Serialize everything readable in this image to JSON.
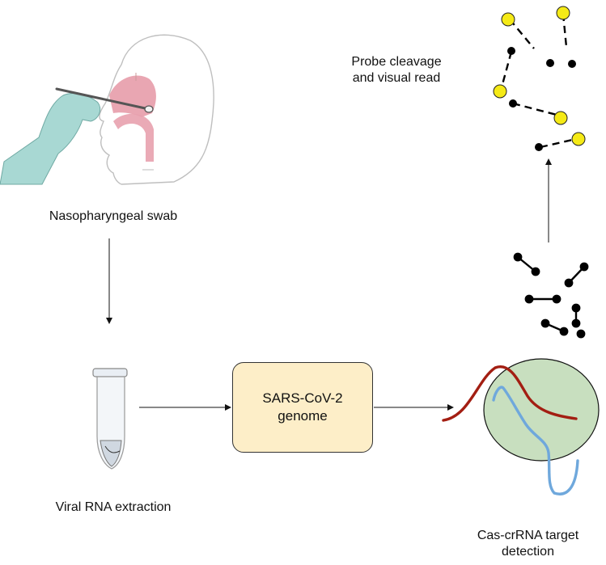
{
  "labels": {
    "swab": "Nasopharyngeal swab",
    "extraction": "Viral RNA extraction",
    "genome_line1": "SARS-CoV-2",
    "genome_line2": "genome",
    "target_line1": "Cas-crRNA target",
    "target_line2": "detection",
    "probe_line1": "Probe cleavage",
    "probe_line2": "and visual read"
  },
  "colors": {
    "glove": "#a8d8d3",
    "nasal_cavity": "#e8a1ae",
    "genome_box": "#fdeec8",
    "complex_circle": "#c8dfbf",
    "crRNA": "#a31e12",
    "target_rna": "#6fa8dc",
    "cleaved_probe_fluorophore": "#f5ea16",
    "probe": "#000000"
  }
}
